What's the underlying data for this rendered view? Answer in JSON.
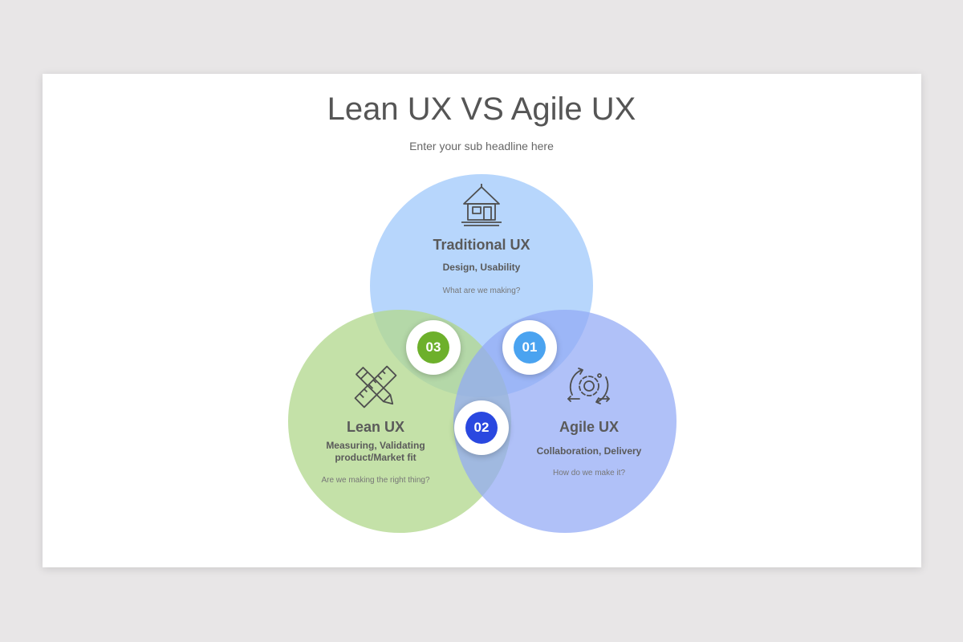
{
  "header": {
    "title": "Lean UX VS Agile UX",
    "subtitle": "Enter your sub headline here"
  },
  "circles": {
    "traditional": {
      "icon": "house-icon",
      "title": "Traditional UX",
      "subtitle": "Design, Usability",
      "question": "What are we making?",
      "color": "#a7cdfb"
    },
    "lean": {
      "icon": "ruler-pencil-icon",
      "title": "Lean UX",
      "subtitle": "Measuring, Validating product/Market fit",
      "question": "Are we making the right thing?",
      "color": "#b4d98f"
    },
    "agile": {
      "icon": "gear-process-icon",
      "title": "Agile UX",
      "subtitle": "Collaboration, Delivery",
      "question": "How do we make it?",
      "color": "#92a9f5"
    }
  },
  "badges": {
    "b01": {
      "label": "01",
      "color": "#4aa3f0"
    },
    "b02": {
      "label": "02",
      "color": "#2a48e0"
    },
    "b03": {
      "label": "03",
      "color": "#6db02b"
    }
  }
}
